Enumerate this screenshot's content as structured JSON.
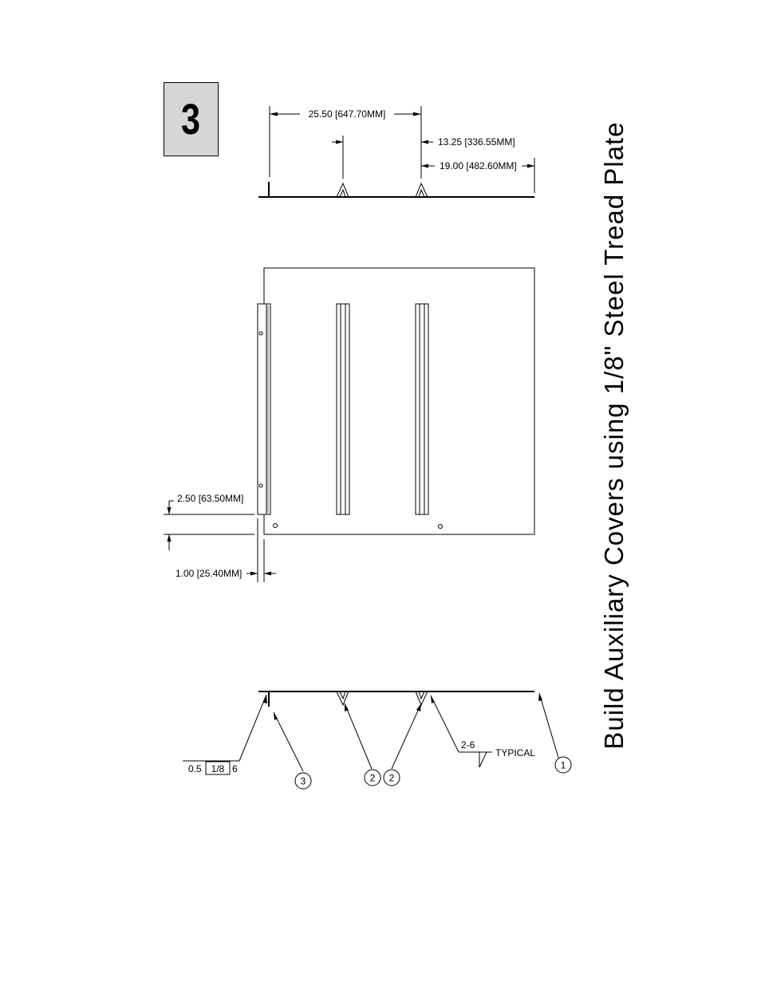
{
  "step": {
    "number": "3"
  },
  "title": "Build Auxiliary Covers using 1/8\" Steel Tread Plate",
  "dimensions": {
    "overall_width": "25.50 [647.70MM]",
    "rib_spacing_1": "13.25 [336.55MM]",
    "rib_spacing_2": "19.00 [482.60MM]",
    "end_offset": "2.50 [63.50MM]",
    "edge_offset": "1.00 [25.40MM]"
  },
  "weld": {
    "size": "0.5",
    "thickness": "1/8",
    "length": "6",
    "stitch": "2-6",
    "note": "TYPICAL"
  },
  "callouts": {
    "item_1": "1",
    "item_2a": "2",
    "item_2b": "2",
    "item_3": "3"
  }
}
